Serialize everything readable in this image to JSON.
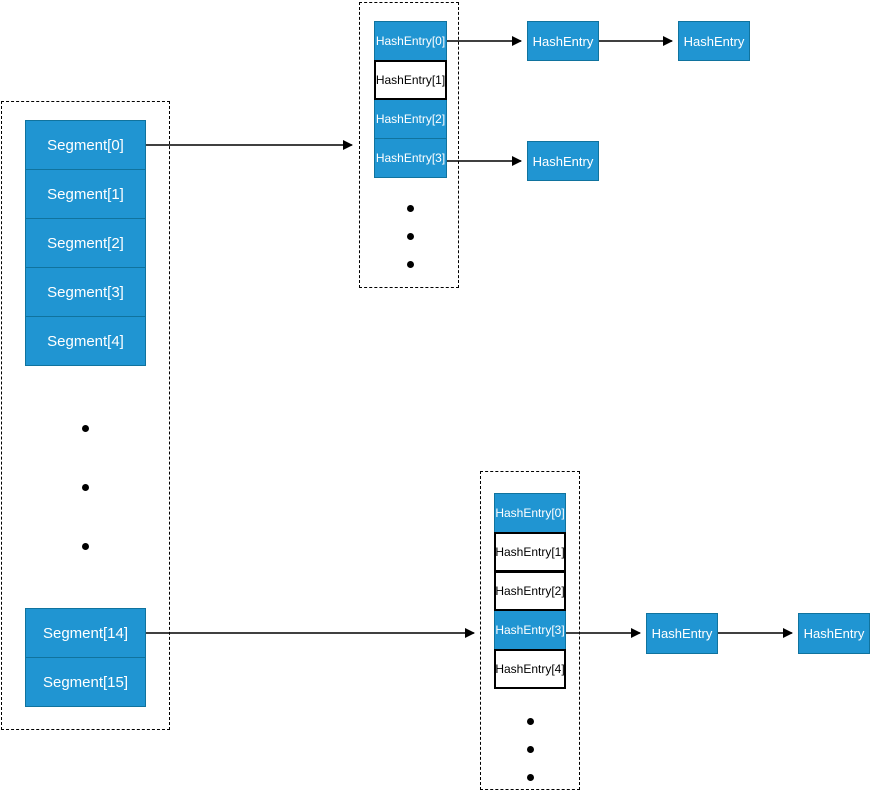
{
  "colors": {
    "box_fill": "#2095D2",
    "box_stroke": "#10739E",
    "white_cell_stroke": "#000000",
    "arrow": "#000000",
    "text_on_blue": "#ffffff",
    "text_on_white": "#000000"
  },
  "segment_table": {
    "top_cells": [
      "Segment[0]",
      "Segment[1]",
      "Segment[2]",
      "Segment[3]",
      "Segment[4]"
    ],
    "bottom_cells": [
      "Segment[14]",
      "Segment[15]"
    ]
  },
  "top_bucket_table": {
    "cells": [
      {
        "label": "HashEntry[0]",
        "filled": true
      },
      {
        "label": "HashEntry[1]",
        "filled": false
      },
      {
        "label": "HashEntry[2]",
        "filled": true
      },
      {
        "label": "HashEntry[3]",
        "filled": true
      }
    ],
    "chain_from_0": [
      "HashEntry",
      "HashEntry"
    ],
    "chain_from_3": [
      "HashEntry"
    ]
  },
  "bottom_bucket_table": {
    "cells": [
      {
        "label": "HashEntry[0]",
        "filled": true
      },
      {
        "label": "HashEntry[1]",
        "filled": false
      },
      {
        "label": "HashEntry[2]",
        "filled": false
      },
      {
        "label": "HashEntry[3]",
        "filled": true
      },
      {
        "label": "HashEntry[4]",
        "filled": false
      }
    ],
    "chain_from_3": [
      "HashEntry",
      "HashEntry"
    ]
  }
}
